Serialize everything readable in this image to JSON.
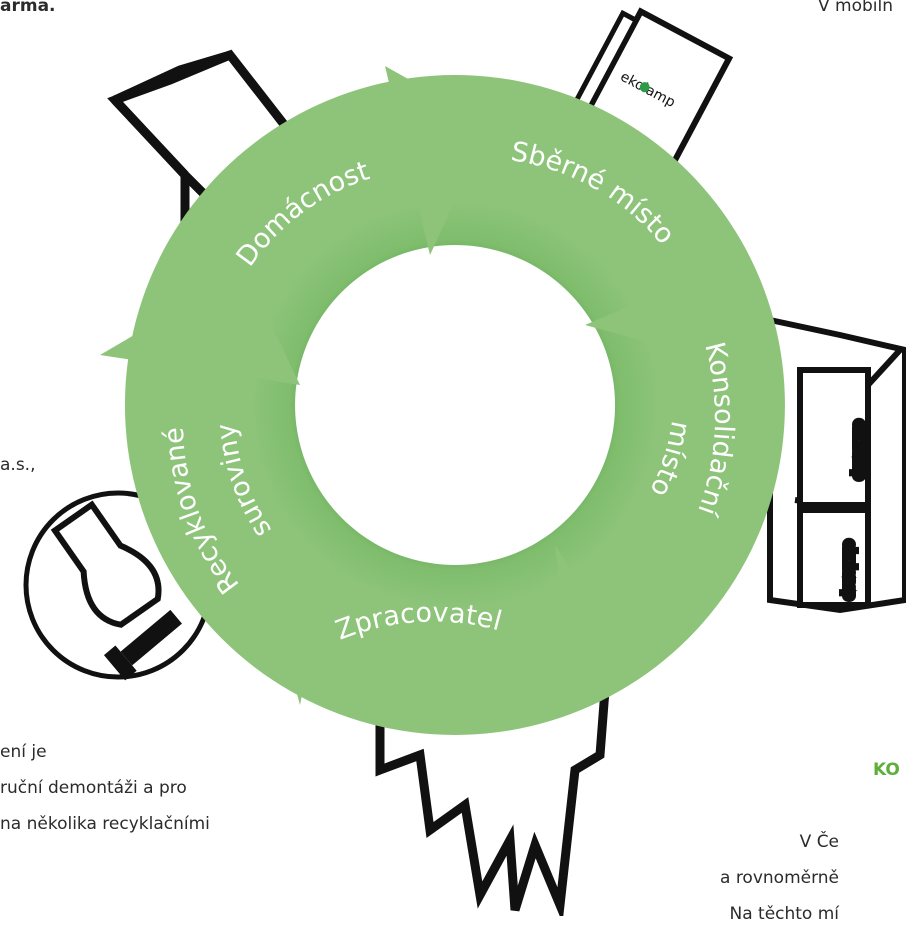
{
  "page_text": {
    "top_left": "arma.",
    "top_right": "V mobiln",
    "as_text": "a.s.,",
    "bottom_left_lines": [
      "ení je",
      "ruční demontáži a pro",
      "na několika recyklačními"
    ],
    "bottom_right_heading": "KO",
    "bottom_right_lines": [
      "V Če",
      "a rovnoměrně",
      "Na těchto mí"
    ]
  },
  "cycle": {
    "segments": [
      {
        "label": "Domácnost"
      },
      {
        "label": "Sběrné místo"
      },
      {
        "label": "Konsolidační místo"
      },
      {
        "label": "Zpracovatel"
      },
      {
        "label": "Recyklované suroviny"
      }
    ]
  },
  "box_brand": "ekolamp",
  "colors": {
    "ring_green": "#8dc47a",
    "ring_dark": "#3f8c3f",
    "outline": "#111111",
    "brand_dot": "#2e9b48"
  }
}
